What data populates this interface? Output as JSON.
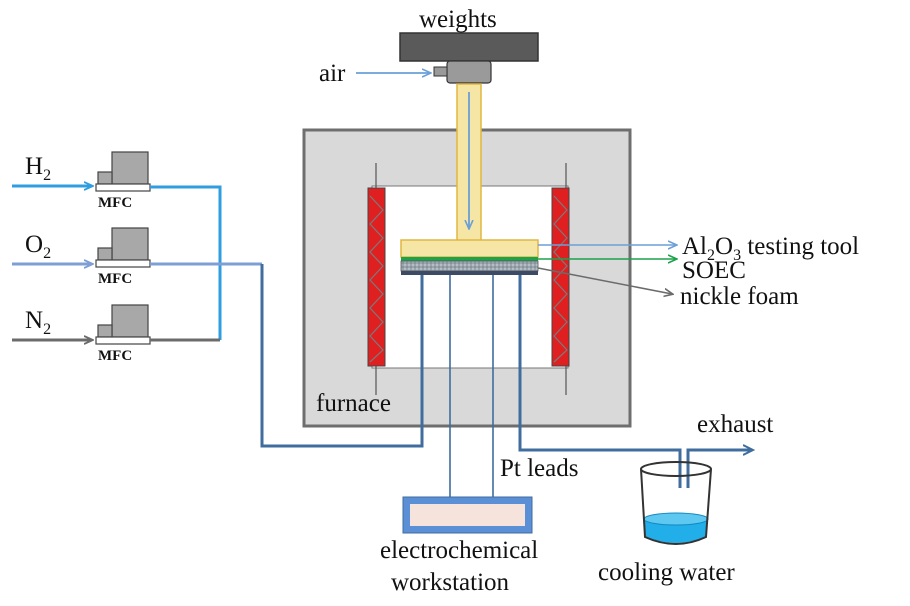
{
  "labels": {
    "weights": "weights",
    "air": "air",
    "h2_main": "H",
    "h2_sub": "2",
    "o2_main": "O",
    "o2_sub": "2",
    "n2_main": "N",
    "n2_sub": "2",
    "mfc": "MFC",
    "al2o3_a": "Al",
    "al2o3_sub1": "2",
    "al2o3_b": "O",
    "al2o3_sub2": "3",
    "al2o3_c": " testing tool",
    "soec": "SOEC",
    "nickle_foam": "nickle foam",
    "furnace": "furnace",
    "exhaust": "exhaust",
    "pt_leads": "Pt leads",
    "workstation_line1": "electrochemical",
    "workstation_line2": "workstation",
    "cooling_water": "cooling water"
  },
  "colors": {
    "h2_line": "#2f9ee0",
    "o2_line": "#7d9fd4",
    "n2_line": "#6b6b6b",
    "outlet_line": "#3f6d9e",
    "heater": "#e02020",
    "furnace_fill": "#d9d9d9",
    "furnace_border": "#6e6e6e",
    "testing_tool": "#f5e6a6",
    "water": "#22aee8"
  }
}
